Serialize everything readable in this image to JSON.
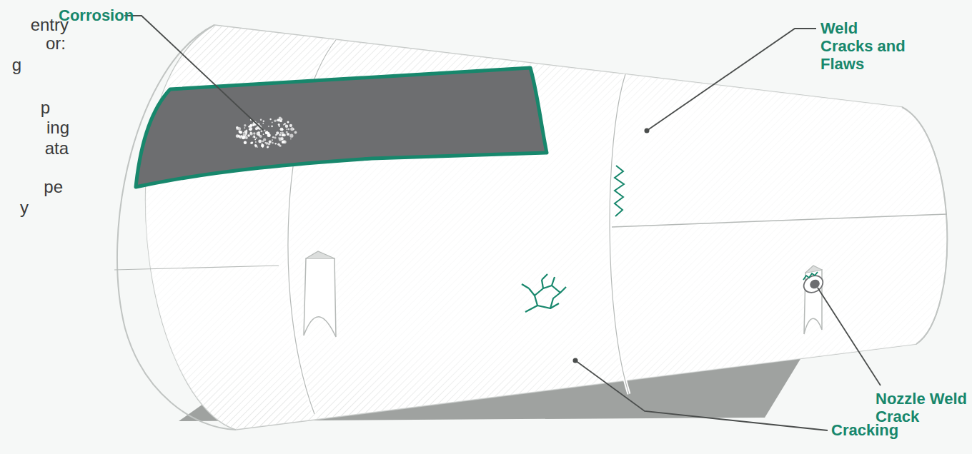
{
  "diagram": {
    "labels": [
      "Corrosion",
      "Weld Cracks and Flaws",
      "Nozzle Weld Crack",
      "Cracking",
      "entry",
      "or:",
      "g",
      "p",
      "ing",
      "ata",
      "pe",
      "y"
    ]
  }
}
